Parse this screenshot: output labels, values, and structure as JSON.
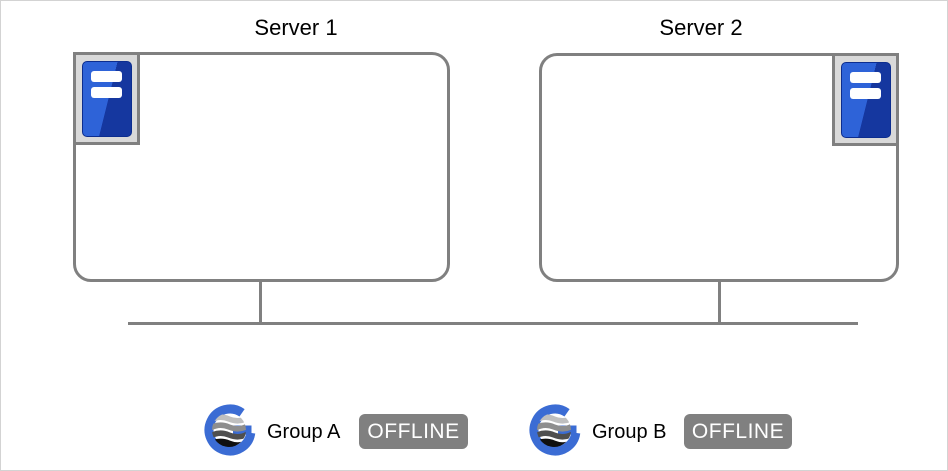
{
  "diagram": {
    "servers": [
      {
        "title": "Server 1"
      },
      {
        "title": "Server 2"
      }
    ],
    "groups": [
      {
        "name": "Group A",
        "status": "OFFLINE"
      },
      {
        "name": "Group B",
        "status": "OFFLINE"
      }
    ],
    "colors": {
      "connection_line": "#808080",
      "box_border": "#808080",
      "server_icon_blue": "#2e63d8",
      "server_icon_blue_dark": "#15379f",
      "icon_frame_bg": "#d9d9d9",
      "badge_bg": "#808080",
      "badge_text": "#ffffff",
      "group_logo_blue": "#3b6cd4"
    },
    "icons": {
      "server": "server-tower-icon",
      "group": "cluster-group-logo"
    }
  }
}
